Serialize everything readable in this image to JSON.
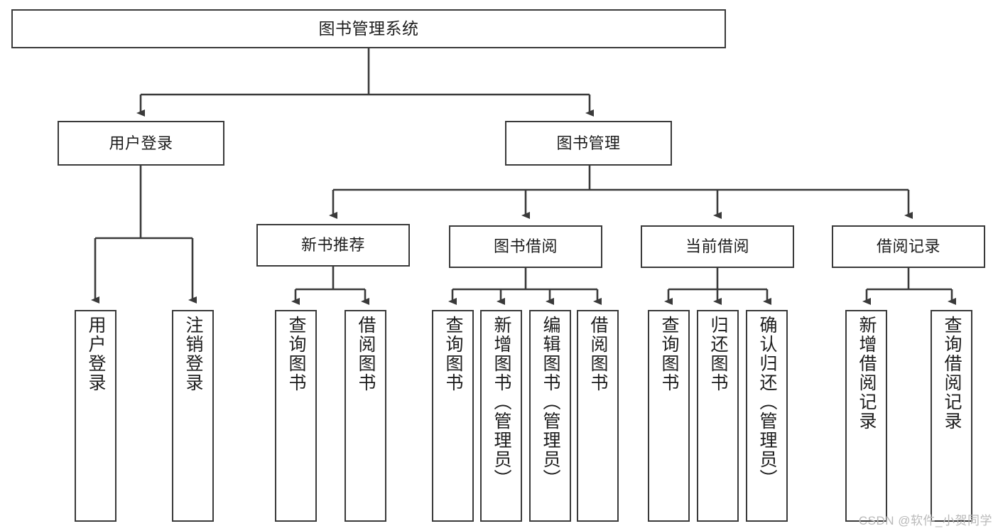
{
  "diagram": {
    "type": "tree-hierarchy-chart",
    "title": "图书管理系统",
    "watermark": "CSDN @软件_小贺同学",
    "stroke_color": "#3a3a3a",
    "text_color": "#1d1d1d",
    "background_color": "#ffffff",
    "nodes": {
      "root": {
        "label": "图书管理系统"
      },
      "level2": [
        {
          "label": "用户登录"
        },
        {
          "label": "图书管理"
        }
      ],
      "level3": [
        {
          "label": "新书推荐"
        },
        {
          "label": "图书借阅"
        },
        {
          "label": "当前借阅"
        },
        {
          "label": "借阅记录"
        }
      ],
      "leaves_user_login": [
        {
          "label": "用户登录"
        },
        {
          "label": "注销登录"
        }
      ],
      "leaves_new_book": [
        {
          "label": "查询图书"
        },
        {
          "label": "借阅图书"
        }
      ],
      "leaves_book_borrow": [
        {
          "label": "查询图书"
        },
        {
          "label": "新增图书（管理员）"
        },
        {
          "label": "编辑图书（管理员）"
        },
        {
          "label": "借阅图书"
        }
      ],
      "leaves_current_borrow": [
        {
          "label": "查询图书"
        },
        {
          "label": "归还图书"
        },
        {
          "label": "确认归还（管理员）"
        }
      ],
      "leaves_borrow_record": [
        {
          "label": "新增借阅记录"
        },
        {
          "label": "查询借阅记录"
        }
      ]
    }
  }
}
